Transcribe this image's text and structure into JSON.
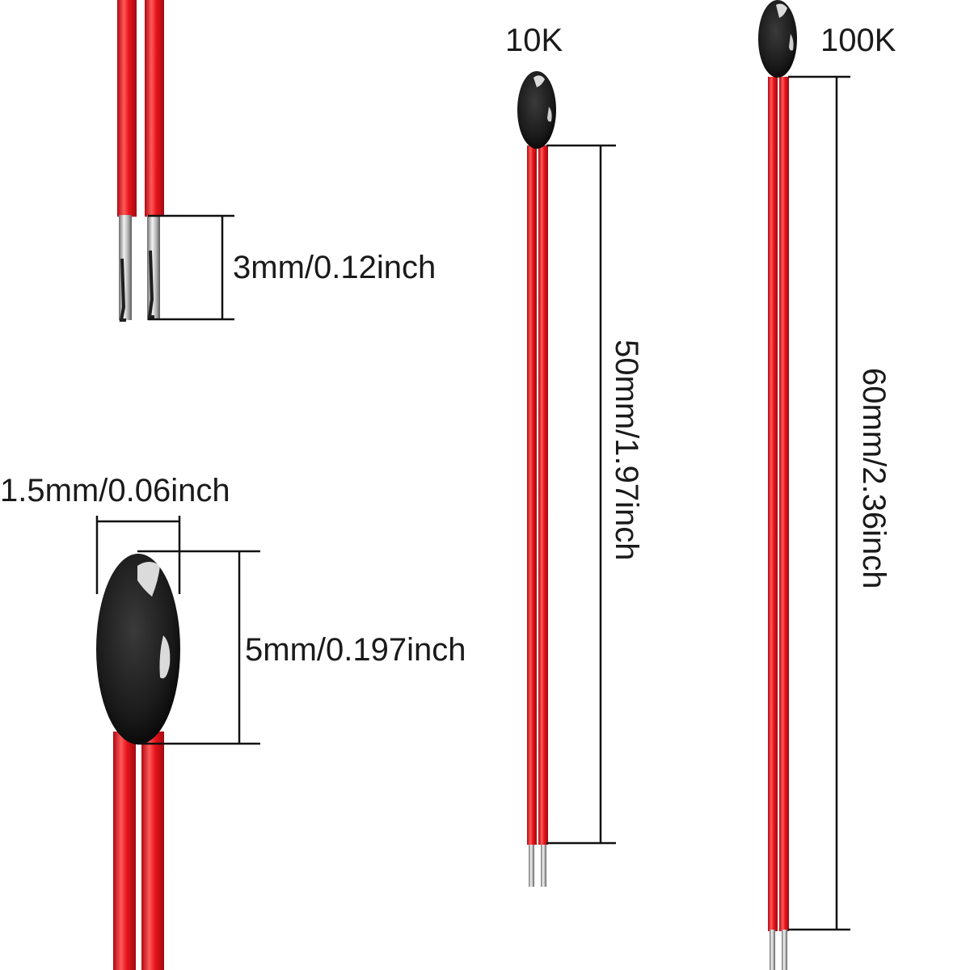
{
  "labels": {
    "variant_10k": "10K",
    "variant_100k": "100K",
    "strip_length": "3mm/0.12inch",
    "head_width": "1.5mm/0.06inch",
    "head_length": "5mm/0.197inch",
    "lead_10k": "50mm/1.97inch",
    "lead_100k": "60mm/2.36inch"
  },
  "colors": {
    "wire": "#e8141c",
    "wire_highlight": "#ff6a6a",
    "wire_shadow": "#a00a10",
    "head": "#1a1a1a",
    "head_highlight": "#f2f2f2",
    "bare_lead": "#c8c8c8",
    "dimension_line": "#111111"
  }
}
